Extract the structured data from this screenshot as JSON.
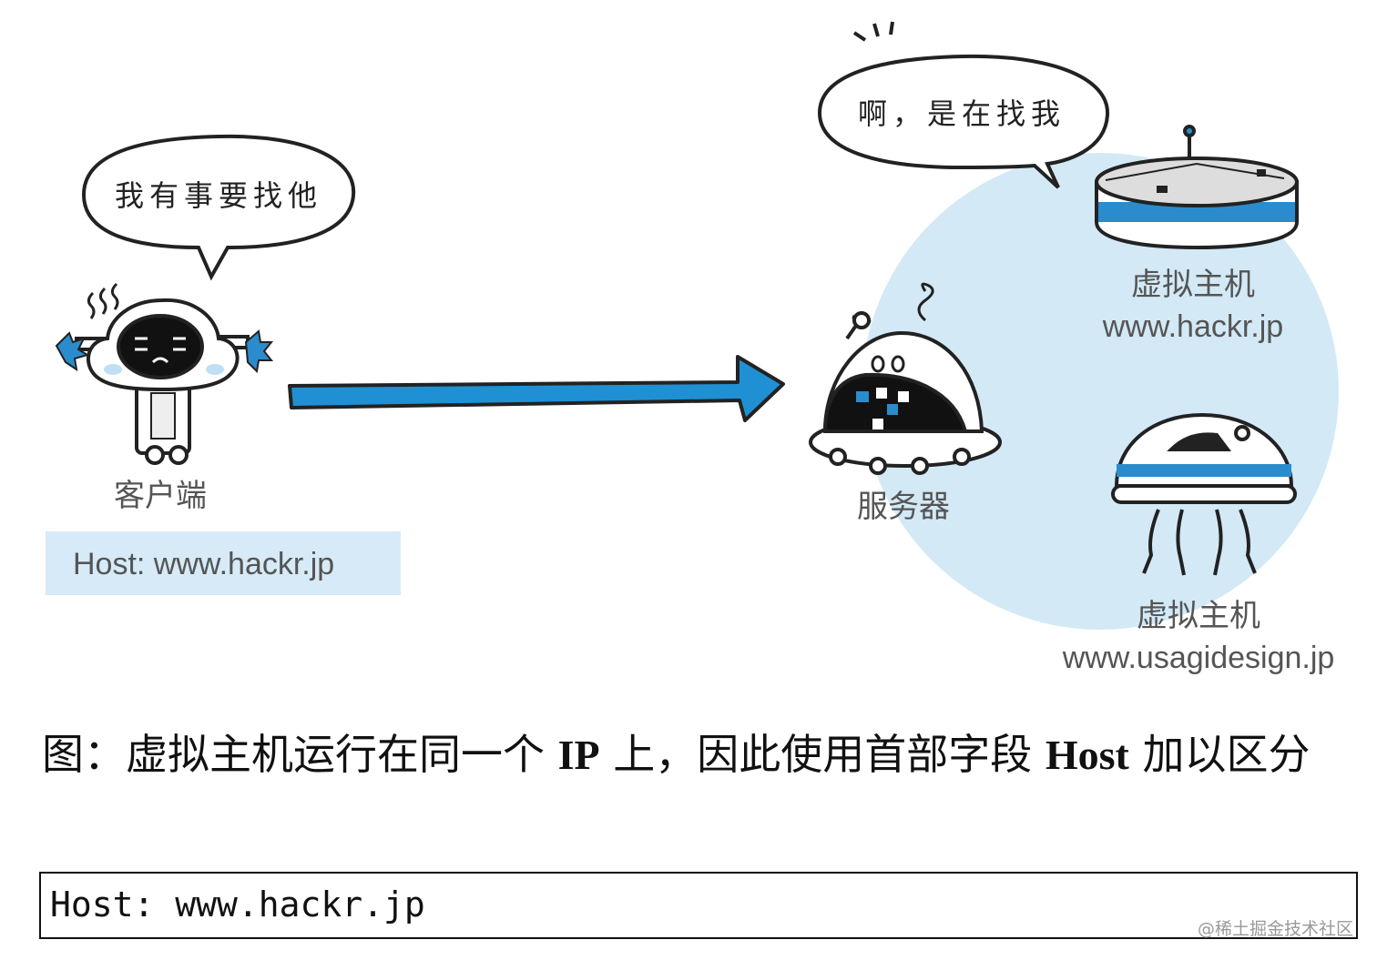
{
  "client": {
    "speech": "我有事要找他",
    "label": "客户端",
    "host_header": "Host: www.hackr.jp"
  },
  "server": {
    "speech": "啊，是在找我",
    "label": "服务器"
  },
  "virtual_hosts": [
    {
      "label": "虚拟主机",
      "domain": "www.hackr.jp"
    },
    {
      "label": "虚拟主机",
      "domain": "www.usagidesign.jp"
    }
  ],
  "caption": {
    "part1": "图：虚拟主机运行在同一个 ",
    "ip": "IP",
    "part2": " 上，因此使用首部字段 ",
    "host": "Host",
    "part3": " 加以区分"
  },
  "code_sample": "Host: www.hackr.jp",
  "watermark": "@稀土掘金技术社区",
  "colors": {
    "arrow": "#1f90d3",
    "server_circle": "#d3e9f6",
    "host_box": "#d6ebf7",
    "accent_blue": "#2a8ccc"
  }
}
